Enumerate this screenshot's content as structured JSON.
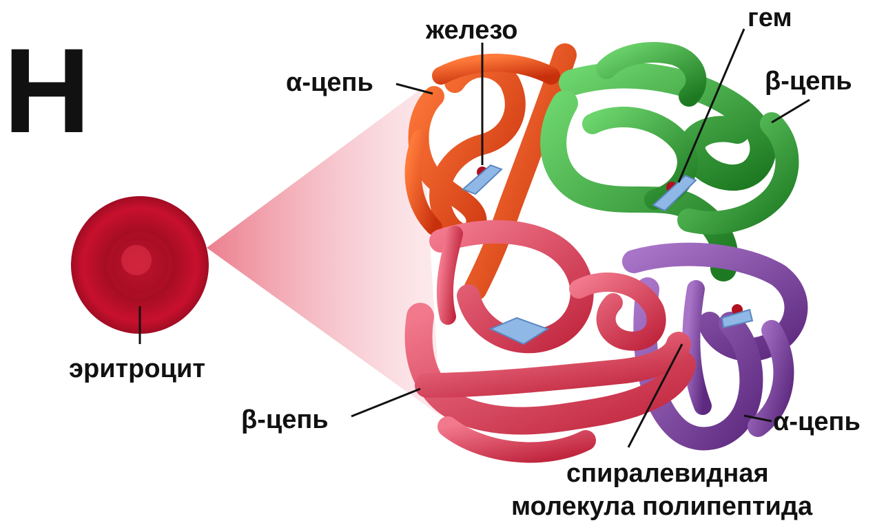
{
  "panel_letter": "H",
  "labels": {
    "iron": "железо",
    "heme": "гем",
    "alpha_chain_top": "α-цепь",
    "beta_chain_top": "β-цепь",
    "erythrocyte": "эритроцит",
    "beta_chain_bottom": "β-цепь",
    "alpha_chain_bottom": "α-цепь",
    "helical_line1": "спиралевидная",
    "helical_line2": "молекула полипептида"
  },
  "colors": {
    "alpha_top": "#e8471c",
    "beta_top": "#3aa83a",
    "beta_bottom": "#e0445e",
    "alpha_bottom": "#8a4aa8",
    "erythrocyte": "#c8102e",
    "heme": "#8fb8e6",
    "iron": "#b01020"
  }
}
